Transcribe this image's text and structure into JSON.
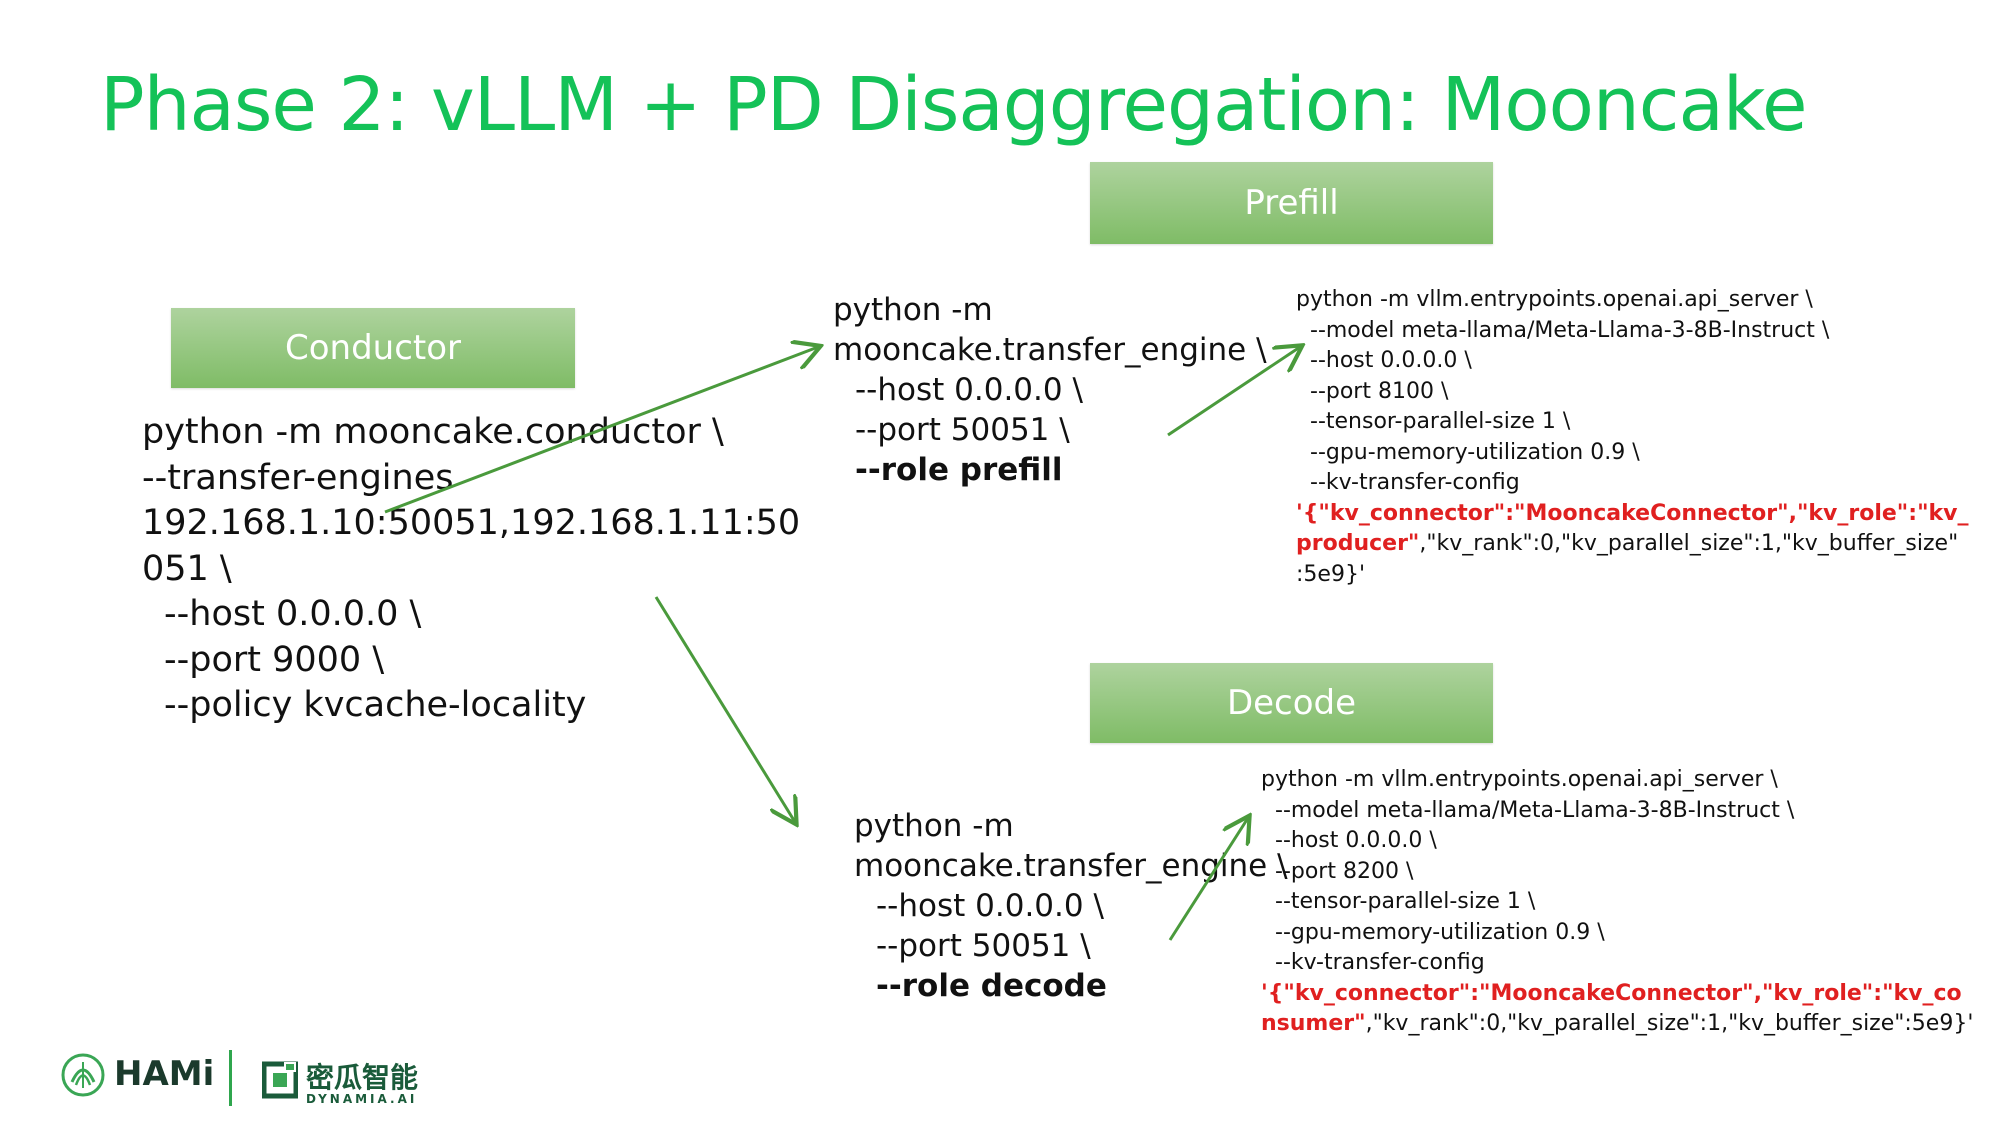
{
  "slide": {
    "title": "Phase 2: vLLM + PD Disaggregation: Mooncake"
  },
  "colors": {
    "title": "#14c258",
    "box_top": "#aed39e",
    "box_bottom": "#7fbc66",
    "arrow": "#4a9a3c",
    "highlight": "#e02020"
  },
  "boxes": {
    "conductor": "Conductor",
    "prefill": "Prefill",
    "decode": "Decode"
  },
  "conductor_cmd": [
    "python -m mooncake.conductor \\",
    "--transfer-engines",
    "192.168.1.10:50051,192.168.1.11:50",
    "051 \\",
    "  --host 0.0.0.0 \\",
    "  --port 9000 \\",
    "  --policy kvcache-locality"
  ],
  "prefill_engine_cmd": [
    "python -m",
    "mooncake.transfer_engine \\",
    "  --host 0.0.0.0 \\",
    "  --port 50051 \\",
    "  --role prefill"
  ],
  "decode_engine_cmd": [
    "python -m",
    "mooncake.transfer_engine \\",
    "  --host 0.0.0.0 \\",
    "  --port 50051 \\",
    "  --role decode"
  ],
  "prefill_vllm_cmd": {
    "lines": [
      "python -m vllm.entrypoints.openai.api_server \\",
      "  --model meta-llama/Meta-Llama-3-8B-Instruct \\",
      "  --host 0.0.0.0 \\",
      "  --port 8100 \\",
      "  --tensor-parallel-size 1 \\",
      "  --gpu-memory-utilization 0.9 \\",
      "  --kv-transfer-config"
    ],
    "config_line1_red": "'{\"kv_connector\":\"MooncakeConnector\",\"kv_role\":\"kv_",
    "config_line2_red": "producer\"",
    "config_line2_rest": ",\"kv_rank\":0,\"kv_parallel_size\":1,\"kv_buffer_size\"",
    "config_line3": ":5e9}'"
  },
  "decode_vllm_cmd": {
    "lines": [
      "python -m vllm.entrypoints.openai.api_server \\",
      "  --model meta-llama/Meta-Llama-3-8B-Instruct \\",
      "  --host 0.0.0.0 \\",
      "  --port 8200 \\",
      "  --tensor-parallel-size 1 \\",
      "  --gpu-memory-utilization 0.9 \\",
      "  --kv-transfer-config"
    ],
    "config_line1_red": "'{\"kv_connector\":\"MooncakeConnector\",\"kv_role\":\"kv_co",
    "config_line2_red": "nsumer\"",
    "config_line2_rest": ",\"kv_rank\":0,\"kv_parallel_size\":1,\"kv_buffer_size\":5e9}'"
  },
  "footer": {
    "hami": "HAMi",
    "dynamia_cn": "密瓜智能",
    "dynamia_en": "DYNAMIA.AI"
  }
}
